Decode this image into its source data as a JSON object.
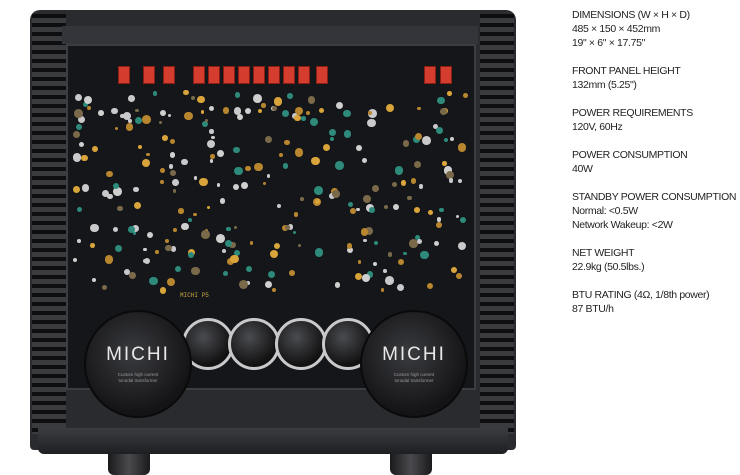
{
  "product_image": {
    "transformer_left": {
      "logo": "MICHI",
      "caption": "Custom high current toroidal transformer"
    },
    "transformer_right": {
      "logo": "MICHI",
      "caption": "Custom high current toroidal transformer"
    },
    "board_label": "MICHI P5",
    "colors": {
      "chassis": "#2a2b2e",
      "pcb": "#15161a",
      "caps": "#d43c2e",
      "silkscreen": "#c8a640"
    }
  },
  "specs": [
    {
      "heading": "DIMENSIONS (W × H × D)",
      "lines": [
        "485 × 150 × 452mm",
        "19\" × 6\" × 17.75\""
      ]
    },
    {
      "heading": "FRONT PANEL HEIGHT",
      "lines": [
        "132mm (5.25\")"
      ]
    },
    {
      "heading": "POWER REQUIREMENTS",
      "lines": [
        "120V, 60Hz"
      ]
    },
    {
      "heading": "POWER CONSUMPTION",
      "lines": [
        "40W"
      ]
    },
    {
      "heading": "STANDBY POWER CONSUMPTION",
      "lines": [
        "Normal: <0.5W",
        "Network Wakeup: <2W"
      ]
    },
    {
      "heading": "NET WEIGHT",
      "lines": [
        "22.9kg (50.5lbs.)"
      ]
    },
    {
      "heading": "BTU RATING (4Ω, 1/8th power)",
      "lines": [
        "87 BTU/h"
      ]
    }
  ]
}
